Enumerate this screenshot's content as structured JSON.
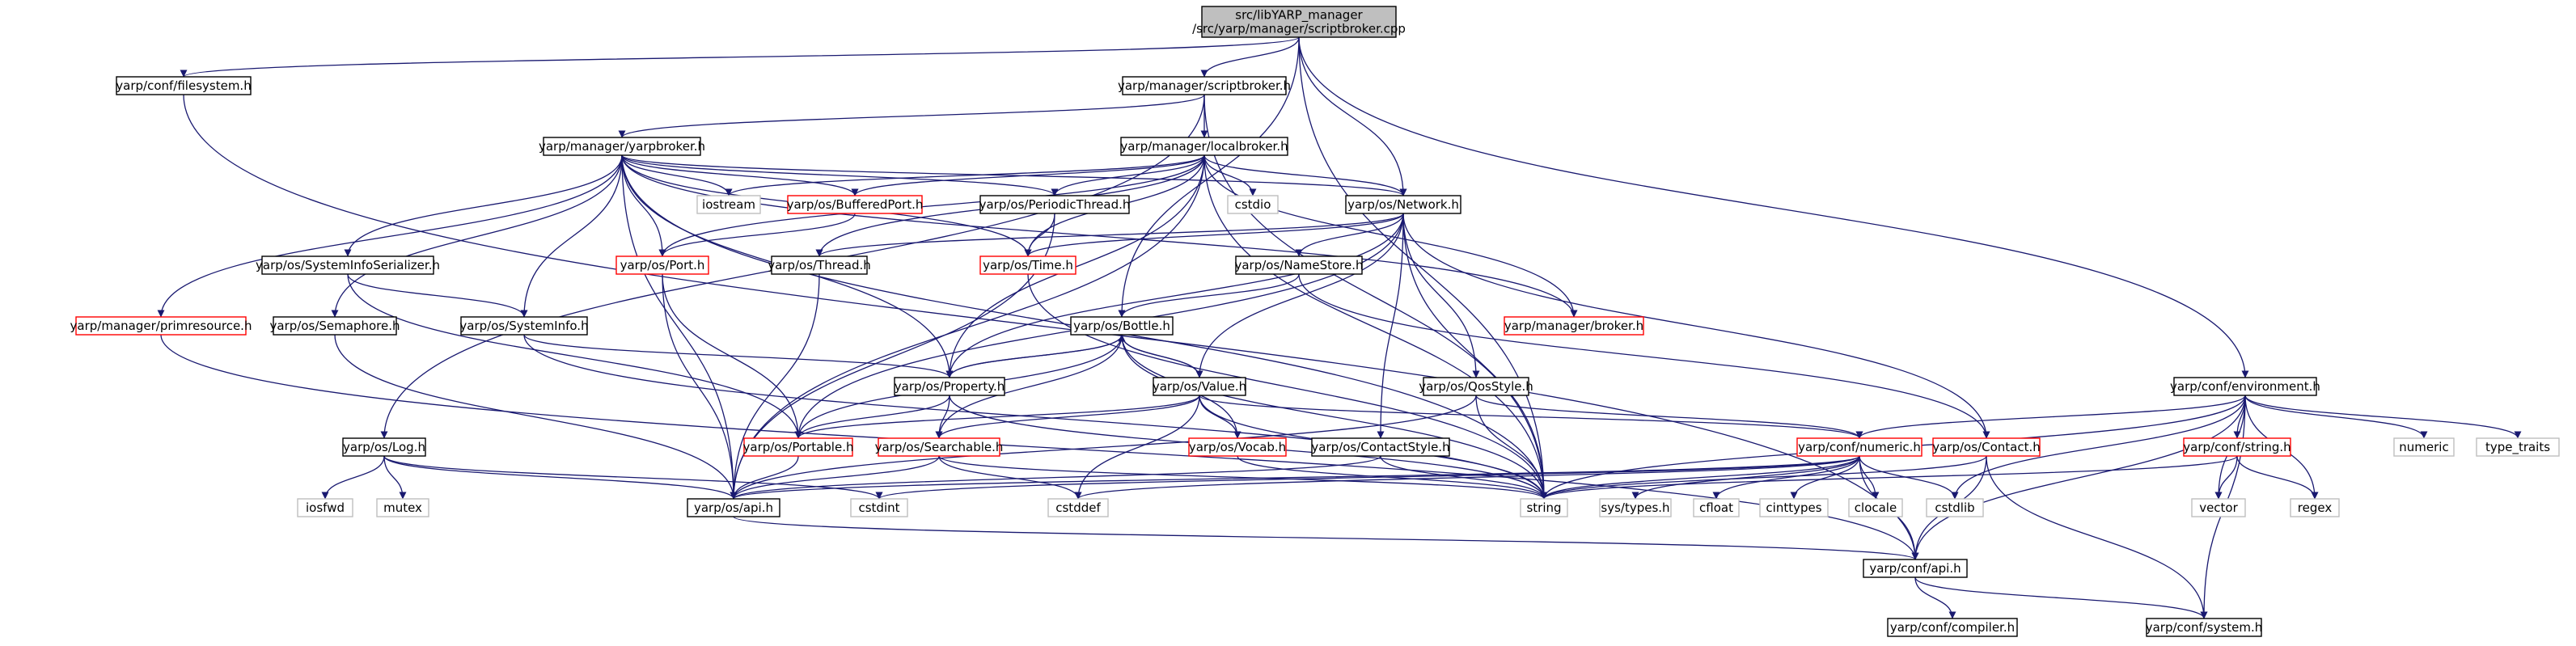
{
  "colors": {
    "edge": "#191970",
    "node_normal_border": "#000000",
    "node_truncated_border": "#ff0000",
    "node_external_border": "#bfbfbf",
    "node_external_text": "#000000",
    "root_fill": "#bfbfbf",
    "node_fill": "#ffffff"
  },
  "graph": {
    "title": "Include dependency graph for scriptbroker.cpp",
    "nodes": [
      {
        "id": "root",
        "lines": [
          "src/libYARP_manager",
          "/src/yarp/manager/scriptbroker.cpp"
        ],
        "style": "root"
      },
      {
        "id": "conf_filesystem",
        "lines": [
          "yarp/conf/filesystem.h"
        ],
        "style": "normal"
      },
      {
        "id": "mgr_scriptbroker",
        "lines": [
          "yarp/manager/scriptbroker.h"
        ],
        "style": "normal"
      },
      {
        "id": "mgr_yarpbroker",
        "lines": [
          "yarp/manager/yarpbroker.h"
        ],
        "style": "normal"
      },
      {
        "id": "mgr_localbroker",
        "lines": [
          "yarp/manager/localbroker.h"
        ],
        "style": "normal"
      },
      {
        "id": "iostream",
        "lines": [
          "iostream"
        ],
        "style": "external"
      },
      {
        "id": "os_bufferedport",
        "lines": [
          "yarp/os/BufferedPort.h"
        ],
        "style": "truncated"
      },
      {
        "id": "os_periodicthread",
        "lines": [
          "yarp/os/PeriodicThread.h"
        ],
        "style": "normal"
      },
      {
        "id": "cstdio",
        "lines": [
          "cstdio"
        ],
        "style": "external"
      },
      {
        "id": "os_network",
        "lines": [
          "yarp/os/Network.h"
        ],
        "style": "normal"
      },
      {
        "id": "os_port",
        "lines": [
          "yarp/os/Port.h"
        ],
        "style": "truncated"
      },
      {
        "id": "os_thread",
        "lines": [
          "yarp/os/Thread.h"
        ],
        "style": "normal"
      },
      {
        "id": "os_time",
        "lines": [
          "yarp/os/Time.h"
        ],
        "style": "truncated"
      },
      {
        "id": "os_namestore",
        "lines": [
          "yarp/os/NameStore.h"
        ],
        "style": "normal"
      },
      {
        "id": "os_sysinfoserializer",
        "lines": [
          "yarp/os/SystemInfoSerializer.h"
        ],
        "style": "normal"
      },
      {
        "id": "mgr_primresource",
        "lines": [
          "yarp/manager/primresource.h"
        ],
        "style": "truncated"
      },
      {
        "id": "os_semaphore",
        "lines": [
          "yarp/os/Semaphore.h"
        ],
        "style": "normal"
      },
      {
        "id": "os_systeminfo",
        "lines": [
          "yarp/os/SystemInfo.h"
        ],
        "style": "normal"
      },
      {
        "id": "os_bottle",
        "lines": [
          "yarp/os/Bottle.h"
        ],
        "style": "normal"
      },
      {
        "id": "mgr_broker",
        "lines": [
          "yarp/manager/broker.h"
        ],
        "style": "truncated"
      },
      {
        "id": "os_property",
        "lines": [
          "yarp/os/Property.h"
        ],
        "style": "normal"
      },
      {
        "id": "os_value",
        "lines": [
          "yarp/os/Value.h"
        ],
        "style": "normal"
      },
      {
        "id": "os_qosstyle",
        "lines": [
          "yarp/os/QosStyle.h"
        ],
        "style": "normal"
      },
      {
        "id": "conf_environment",
        "lines": [
          "yarp/conf/environment.h"
        ],
        "style": "normal"
      },
      {
        "id": "os_log",
        "lines": [
          "yarp/os/Log.h"
        ],
        "style": "normal"
      },
      {
        "id": "os_portable",
        "lines": [
          "yarp/os/Portable.h"
        ],
        "style": "truncated"
      },
      {
        "id": "os_searchable",
        "lines": [
          "yarp/os/Searchable.h"
        ],
        "style": "truncated"
      },
      {
        "id": "os_vocab",
        "lines": [
          "yarp/os/Vocab.h"
        ],
        "style": "truncated"
      },
      {
        "id": "os_contactstyle",
        "lines": [
          "yarp/os/ContactStyle.h"
        ],
        "style": "normal"
      },
      {
        "id": "conf_numeric",
        "lines": [
          "yarp/conf/numeric.h"
        ],
        "style": "truncated"
      },
      {
        "id": "os_contact",
        "lines": [
          "yarp/os/Contact.h"
        ],
        "style": "truncated"
      },
      {
        "id": "conf_string",
        "lines": [
          "yarp/conf/string.h"
        ],
        "style": "truncated"
      },
      {
        "id": "numeric",
        "lines": [
          "numeric"
        ],
        "style": "external"
      },
      {
        "id": "type_traits",
        "lines": [
          "type_traits"
        ],
        "style": "external"
      },
      {
        "id": "iosfwd",
        "lines": [
          "iosfwd"
        ],
        "style": "external"
      },
      {
        "id": "mutex",
        "lines": [
          "mutex"
        ],
        "style": "external"
      },
      {
        "id": "os_api",
        "lines": [
          "yarp/os/api.h"
        ],
        "style": "normal"
      },
      {
        "id": "cstdint",
        "lines": [
          "cstdint"
        ],
        "style": "external"
      },
      {
        "id": "cstddef",
        "lines": [
          "cstddef"
        ],
        "style": "external"
      },
      {
        "id": "string",
        "lines": [
          "string"
        ],
        "style": "external"
      },
      {
        "id": "sys_types",
        "lines": [
          "sys/types.h"
        ],
        "style": "external"
      },
      {
        "id": "cfloat",
        "lines": [
          "cfloat"
        ],
        "style": "external"
      },
      {
        "id": "cinttypes",
        "lines": [
          "cinttypes"
        ],
        "style": "external"
      },
      {
        "id": "clocale",
        "lines": [
          "clocale"
        ],
        "style": "external"
      },
      {
        "id": "cstdlib",
        "lines": [
          "cstdlib"
        ],
        "style": "external"
      },
      {
        "id": "vector",
        "lines": [
          "vector"
        ],
        "style": "external"
      },
      {
        "id": "regex",
        "lines": [
          "regex"
        ],
        "style": "external"
      },
      {
        "id": "conf_api",
        "lines": [
          "yarp/conf/api.h"
        ],
        "style": "normal"
      },
      {
        "id": "conf_compiler",
        "lines": [
          "yarp/conf/compiler.h"
        ],
        "style": "normal"
      },
      {
        "id": "conf_system",
        "lines": [
          "yarp/conf/system.h"
        ],
        "style": "normal"
      }
    ],
    "edges": [
      [
        "root",
        "conf_filesystem"
      ],
      [
        "root",
        "mgr_scriptbroker"
      ],
      [
        "root",
        "os_network"
      ],
      [
        "root",
        "string"
      ],
      [
        "root",
        "conf_environment"
      ],
      [
        "root",
        "os_bottle"
      ],
      [
        "conf_filesystem",
        "conf_api"
      ],
      [
        "mgr_scriptbroker",
        "mgr_yarpbroker"
      ],
      [
        "mgr_scriptbroker",
        "mgr_localbroker"
      ],
      [
        "mgr_scriptbroker",
        "string"
      ],
      [
        "mgr_scriptbroker",
        "os_log"
      ],
      [
        "mgr_yarpbroker",
        "iostream"
      ],
      [
        "mgr_yarpbroker",
        "os_bufferedport"
      ],
      [
        "mgr_yarpbroker",
        "os_periodicthread"
      ],
      [
        "mgr_yarpbroker",
        "os_network"
      ],
      [
        "mgr_yarpbroker",
        "os_port"
      ],
      [
        "mgr_yarpbroker",
        "os_time"
      ],
      [
        "mgr_yarpbroker",
        "os_sysinfoserializer"
      ],
      [
        "mgr_yarpbroker",
        "mgr_primresource"
      ],
      [
        "mgr_yarpbroker",
        "os_semaphore"
      ],
      [
        "mgr_yarpbroker",
        "os_systeminfo"
      ],
      [
        "mgr_yarpbroker",
        "os_property"
      ],
      [
        "mgr_yarpbroker",
        "mgr_broker"
      ],
      [
        "mgr_yarpbroker",
        "string"
      ],
      [
        "mgr_yarpbroker",
        "os_api"
      ],
      [
        "mgr_localbroker",
        "iostream"
      ],
      [
        "mgr_localbroker",
        "os_bufferedport"
      ],
      [
        "mgr_localbroker",
        "os_periodicthread"
      ],
      [
        "mgr_localbroker",
        "cstdio"
      ],
      [
        "mgr_localbroker",
        "os_network"
      ],
      [
        "mgr_localbroker",
        "os_port"
      ],
      [
        "mgr_localbroker",
        "os_thread"
      ],
      [
        "mgr_localbroker",
        "os_time"
      ],
      [
        "mgr_localbroker",
        "os_property"
      ],
      [
        "mgr_localbroker",
        "mgr_broker"
      ],
      [
        "mgr_localbroker",
        "string"
      ],
      [
        "mgr_localbroker",
        "os_api"
      ],
      [
        "os_bufferedport",
        "os_port"
      ],
      [
        "os_periodicthread",
        "os_time"
      ],
      [
        "os_periodicthread",
        "os_api"
      ],
      [
        "os_network",
        "os_time"
      ],
      [
        "os_network",
        "os_namestore"
      ],
      [
        "os_network",
        "os_property"
      ],
      [
        "os_network",
        "os_value"
      ],
      [
        "os_network",
        "os_qosstyle"
      ],
      [
        "os_network",
        "os_contactstyle"
      ],
      [
        "os_network",
        "os_contact"
      ],
      [
        "os_network",
        "os_portable"
      ],
      [
        "os_network",
        "string"
      ],
      [
        "os_network",
        "os_thread"
      ],
      [
        "os_port",
        "os_portable"
      ],
      [
        "os_port",
        "os_api"
      ],
      [
        "os_thread",
        "os_api"
      ],
      [
        "os_time",
        "string"
      ],
      [
        "os_namestore",
        "os_bottle"
      ],
      [
        "os_namestore",
        "os_contact"
      ],
      [
        "os_sysinfoserializer",
        "os_systeminfo"
      ],
      [
        "os_sysinfoserializer",
        "os_portable"
      ],
      [
        "mgr_primresource",
        "conf_api"
      ],
      [
        "os_semaphore",
        "os_api"
      ],
      [
        "os_systeminfo",
        "os_property"
      ],
      [
        "os_systeminfo",
        "string"
      ],
      [
        "os_bottle",
        "os_property"
      ],
      [
        "os_bottle",
        "os_value"
      ],
      [
        "os_bottle",
        "os_portable"
      ],
      [
        "os_bottle",
        "os_searchable"
      ],
      [
        "os_bottle",
        "string"
      ],
      [
        "os_bottle",
        "os_vocab"
      ],
      [
        "os_property",
        "os_bottle"
      ],
      [
        "os_property",
        "os_portable"
      ],
      [
        "os_property",
        "os_searchable"
      ],
      [
        "os_property",
        "string"
      ],
      [
        "os_value",
        "os_bottle"
      ],
      [
        "os_value",
        "os_portable"
      ],
      [
        "os_value",
        "os_searchable"
      ],
      [
        "os_value",
        "os_vocab"
      ],
      [
        "os_value",
        "cstddef"
      ],
      [
        "os_value",
        "string"
      ],
      [
        "os_value",
        "conf_numeric"
      ],
      [
        "os_qosstyle",
        "conf_numeric"
      ],
      [
        "os_qosstyle",
        "string"
      ],
      [
        "os_qosstyle",
        "os_api"
      ],
      [
        "os_contactstyle",
        "string"
      ],
      [
        "os_contactstyle",
        "os_api"
      ],
      [
        "conf_environment",
        "conf_numeric"
      ],
      [
        "conf_environment",
        "conf_string"
      ],
      [
        "conf_environment",
        "numeric"
      ],
      [
        "conf_environment",
        "type_traits"
      ],
      [
        "conf_environment",
        "string"
      ],
      [
        "conf_environment",
        "cstdlib"
      ],
      [
        "conf_environment",
        "vector"
      ],
      [
        "conf_environment",
        "regex"
      ],
      [
        "conf_environment",
        "conf_api"
      ],
      [
        "conf_environment",
        "conf_system"
      ],
      [
        "os_log",
        "iosfwd"
      ],
      [
        "os_log",
        "mutex"
      ],
      [
        "os_log",
        "os_api"
      ],
      [
        "os_log",
        "cstdint"
      ],
      [
        "os_portable",
        "os_api"
      ],
      [
        "os_searchable",
        "os_api"
      ],
      [
        "os_searchable",
        "string"
      ],
      [
        "os_searchable",
        "cstddef"
      ],
      [
        "os_vocab",
        "string"
      ],
      [
        "conf_numeric",
        "os_api"
      ],
      [
        "conf_numeric",
        "cstdint"
      ],
      [
        "conf_numeric",
        "cstddef"
      ],
      [
        "conf_numeric",
        "string"
      ],
      [
        "conf_numeric",
        "sys_types"
      ],
      [
        "conf_numeric",
        "cfloat"
      ],
      [
        "conf_numeric",
        "cinttypes"
      ],
      [
        "conf_numeric",
        "clocale"
      ],
      [
        "conf_numeric",
        "cstdlib"
      ],
      [
        "conf_numeric",
        "conf_api"
      ],
      [
        "os_contact",
        "string"
      ],
      [
        "os_contact",
        "conf_api"
      ],
      [
        "os_contact",
        "conf_system"
      ],
      [
        "conf_string",
        "string"
      ],
      [
        "conf_string",
        "vector"
      ],
      [
        "conf_string",
        "regex"
      ],
      [
        "os_api",
        "conf_api"
      ],
      [
        "conf_api",
        "conf_compiler"
      ],
      [
        "conf_api",
        "conf_system"
      ]
    ]
  }
}
